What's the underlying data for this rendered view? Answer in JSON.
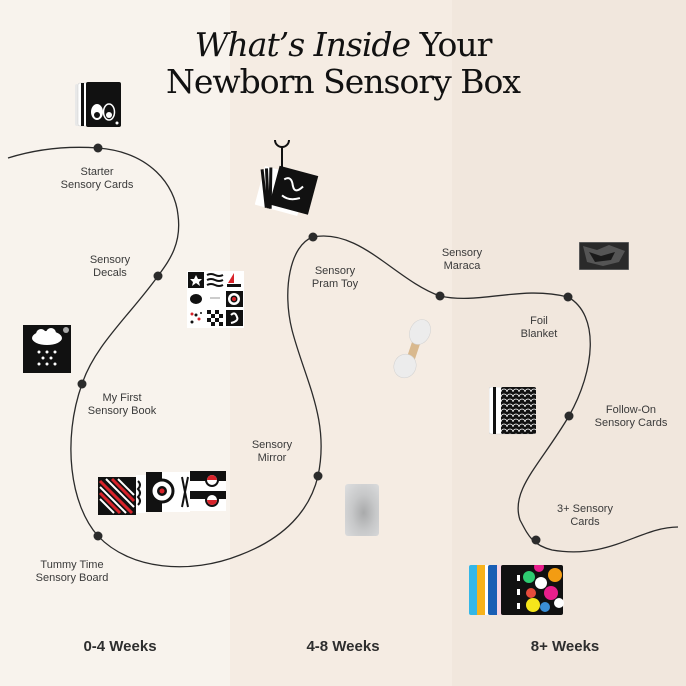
{
  "title": {
    "italic": "What’s Inside",
    "line1_rest": " Your",
    "line2": "Newborn Sensory Box"
  },
  "columns": [
    {
      "label": "0-4 Weeks",
      "color": "#f8f3ed"
    },
    {
      "label": "4-8 Weeks",
      "color": "#f5ece3"
    },
    {
      "label": "8+ Weeks",
      "color": "#f1e7dd"
    }
  ],
  "items": [
    {
      "l1": "Starter",
      "l2": "Sensory Cards",
      "icon": "black-white-avocado-cards"
    },
    {
      "l1": "Sensory",
      "l2": "Decals",
      "icon": "sensory-decal-sheet"
    },
    {
      "l1": "My First",
      "l2": "Sensory Book",
      "icon": "cloud-rain-book"
    },
    {
      "l1": "Tummy Time",
      "l2": "Sensory Board",
      "icon": "folding-tummy-board"
    },
    {
      "l1": "Sensory",
      "l2": "Mirror",
      "icon": "mirror"
    },
    {
      "l1": "Sensory",
      "l2": "Pram Toy",
      "icon": "hanging-pram-toy"
    },
    {
      "l1": "Sensory",
      "l2": "Maraca",
      "icon": "wooden-maraca"
    },
    {
      "l1": "Foil",
      "l2": "Blanket",
      "icon": "foil-blanket-pack"
    },
    {
      "l1": "Follow-On",
      "l2": "Sensory Cards",
      "icon": "patterned-cards"
    },
    {
      "l1": "3+ Sensory",
      "l2": "Cards",
      "icon": "colorful-dot-cards"
    }
  ],
  "colors": {
    "line": "#2b2b2b",
    "accent_red": "#d8232a"
  }
}
